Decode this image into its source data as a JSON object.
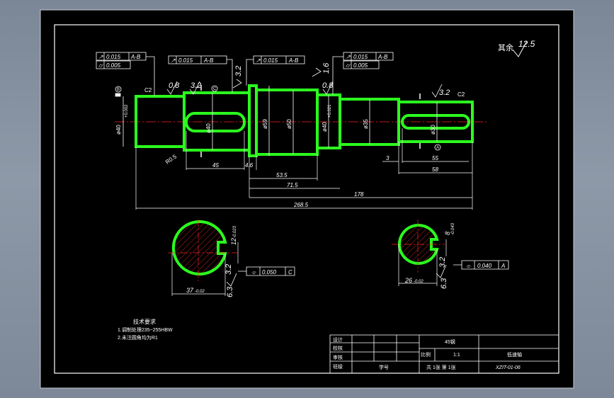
{
  "colors": {
    "viewport": "#000000",
    "border": "#ffffff",
    "outline": "#2bff1e",
    "centerline": "#ff2020",
    "hatch": "#ff3030",
    "dimension": "#ffffff"
  },
  "roughness_other": {
    "label": "其余",
    "value": "12.5"
  },
  "tolerance_frames": [
    {
      "sym": "↗",
      "val": "0.015",
      "ref": "A-B"
    },
    {
      "sym": "⌭",
      "val": "0.005",
      "ref": ""
    },
    {
      "sym": "↗",
      "val": "0.015",
      "ref": "A-B"
    },
    {
      "sym": "↗",
      "val": "0.015",
      "ref": "A-B"
    },
    {
      "sym": "↗",
      "val": "0.015",
      "ref": "A-B"
    },
    {
      "sym": "⌭",
      "val": "0.005",
      "ref": ""
    }
  ],
  "roughness_marks": [
    "0.8",
    "3.2",
    "3.2",
    "0.8",
    "3.2",
    "1.6",
    "3.2",
    "3.2",
    "6.3",
    "6.3"
  ],
  "chamfers": [
    "C2",
    "C2"
  ],
  "fillet": "R0.5",
  "datum_letters": [
    "B",
    "C",
    "A",
    "C",
    "A"
  ],
  "diameters": [
    "ø40",
    "ø40",
    "ø59",
    "ø50",
    "ø40",
    "ø35",
    "ø30"
  ],
  "diameter_tolerances": [
    "+0.002",
    "+0.021"
  ],
  "lengths": [
    "45",
    "4.6",
    "53.5",
    "71.5",
    "178",
    "268.5",
    "3",
    "55",
    "58"
  ],
  "sections": [
    {
      "width": "37",
      "tol": "-0.02",
      "keyway": "12",
      "keyway_tol": "-0.023",
      "frame_sym": "⌯",
      "frame_val": "0.050",
      "frame_ref": "C"
    },
    {
      "width": "26",
      "tol": "-0.02",
      "keyway": "8",
      "keyway_tol": "-0.043",
      "frame_sym": "⌯",
      "frame_val": "0.040",
      "frame_ref": "A"
    }
  ],
  "notes": {
    "title": "技术要求",
    "items": [
      "1.调制处理235~255HBW",
      "2.未注圆角均为R1"
    ]
  },
  "title_block": {
    "material": "45钢",
    "scale_label": "比例",
    "scale_value": "1:1",
    "part_name": "低速轴",
    "sheet_text": "共 1张  第 1张",
    "drawing_number": "XZIT-01-06",
    "roles": [
      "设计",
      "校核",
      "审核",
      "班级"
    ],
    "student_label": "学号"
  }
}
